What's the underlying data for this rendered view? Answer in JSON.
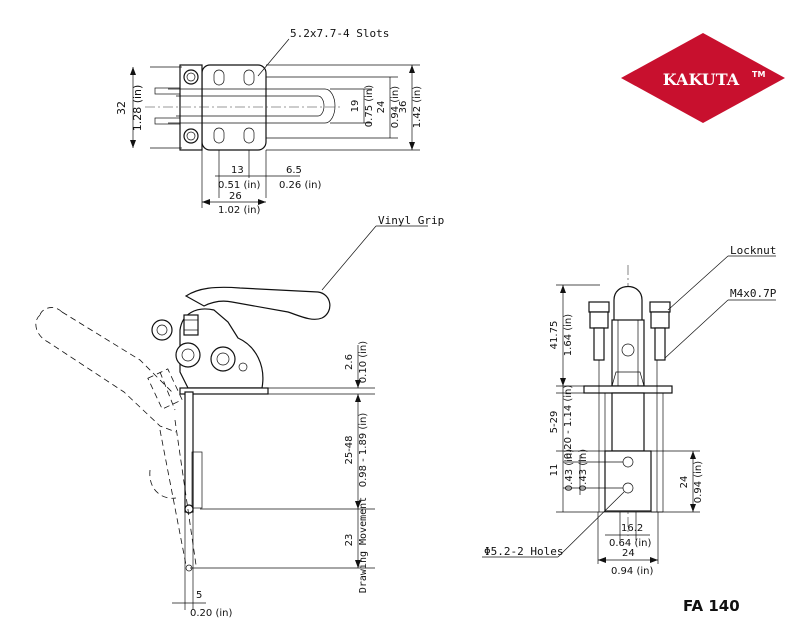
{
  "brand": {
    "name": "KAKUTA",
    "tm": "TM",
    "color": "#c8102e"
  },
  "model": "FA 140",
  "top_view": {
    "slots_note": "5.2x7.7-4 Slots",
    "dim_32": "32",
    "dim_128": "1.28 (in)",
    "dim_19": "19",
    "dim_075": "0.75 (in)",
    "dim_24": "24",
    "dim_094": "0.94 (in)",
    "dim_36": "36",
    "dim_142": "1.42 (in)",
    "dim_13": "13",
    "dim_051": "0.51 (in)",
    "dim_65": "6.5",
    "dim_026": "0.26 (in)",
    "dim_26": "26",
    "dim_102": "1.02 (in)"
  },
  "side_view": {
    "vinyl_grip": "Vinyl Grip",
    "dim_26": "2.6",
    "dim_010": "0.10 (in)",
    "dim_2548": "25-48",
    "dim_098_189": "0.98 - 1.89 (in)",
    "dim_23": "23",
    "drawing_movement": "Drawing Movement",
    "dim_5": "5",
    "dim_020": "0.20 (in)"
  },
  "front_view": {
    "locknut": "Locknut",
    "thread": "M4x0.7P",
    "dim_4175": "41.75",
    "dim_164": "1.64 (in)",
    "dim_529": "5-29",
    "dim_020_114": "0.20 - 1.14 (in)",
    "dim_11": "11",
    "dim_043": "0.43 (in)",
    "dim_24v": "24",
    "dim_094v": "0.94 (in)",
    "dim_162": "16.2",
    "dim_064": "0.64 (in)",
    "dim_24h": "24",
    "dim_094h": "0.94 (in)",
    "holes_note": "Φ5.2-2 Holes"
  }
}
